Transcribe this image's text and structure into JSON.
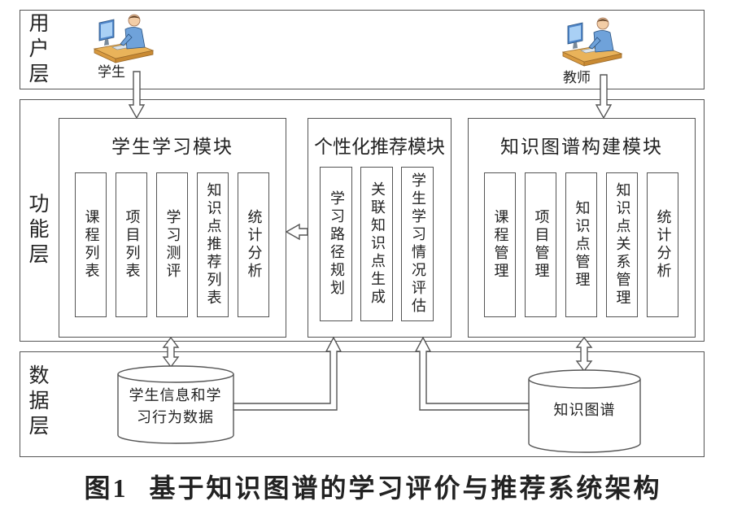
{
  "layers": {
    "user": {
      "label": "用户层"
    },
    "function": {
      "label": "功能层"
    },
    "data": {
      "label": "数据层"
    }
  },
  "users": {
    "student": {
      "label": "学生",
      "icon": "person-at-computer-icon"
    },
    "teacher": {
      "label": "教师",
      "icon": "person-at-computer-icon"
    }
  },
  "modules": {
    "student_learning": {
      "title": "学生学习模块",
      "items": [
        "课程列表",
        "项目列表",
        "学习测评",
        "知识点推荐列表",
        "统计分析"
      ]
    },
    "personalized_recommendation": {
      "title": "个性化推荐模块",
      "items": [
        "学习路径规划",
        "关联知识点生成",
        "学生学习情况评估"
      ]
    },
    "knowledge_graph_construction": {
      "title": "知识图谱构建模块",
      "items": [
        "课程管理",
        "项目管理",
        "知识点管理",
        "知识点关系管理",
        "统计分析"
      ]
    }
  },
  "data_stores": {
    "student_data": {
      "label": "学生信息和学习行为数据",
      "icon": "database-cylinder-icon"
    },
    "knowledge_graph": {
      "label": "知识图谱",
      "icon": "database-cylinder-icon"
    }
  },
  "caption": {
    "figure_label": "图1",
    "title": "基于知识图谱的学习评价与推荐系统架构"
  },
  "colors": {
    "line": "#555555",
    "text": "#222222",
    "background": "#ffffff"
  }
}
